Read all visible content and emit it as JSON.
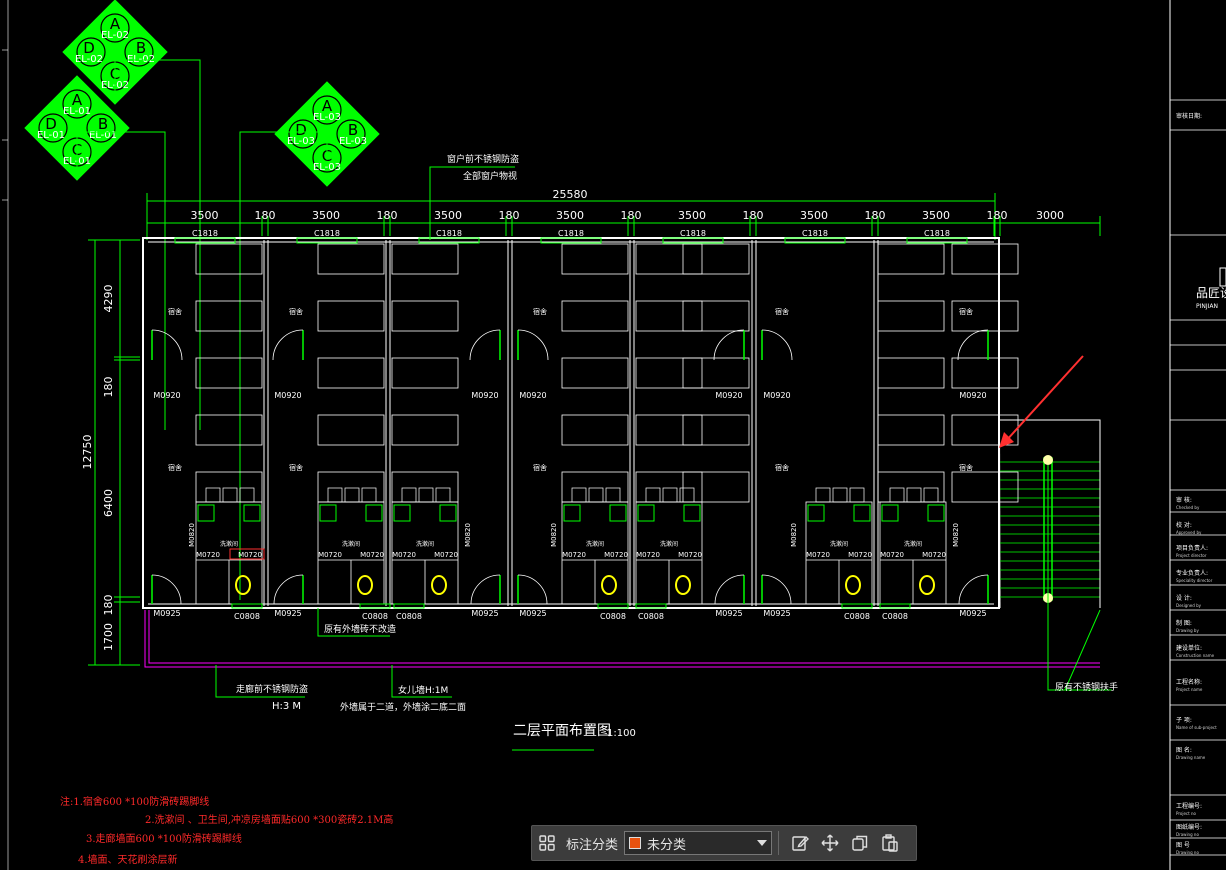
{
  "colors": {
    "background": "#000000",
    "wall": "#ffffff",
    "dimension": "#00ff00",
    "callout": "#00ff00",
    "note": "#ff2a2a",
    "door": "#00ff00",
    "arrow": "#ff3030",
    "parapet": "#ff00ff",
    "fixture": "#ffff00"
  },
  "callouts": [
    {
      "letters": [
        "A",
        "B",
        "C",
        "D"
      ],
      "code": "EL-02"
    },
    {
      "letters": [
        "A",
        "B",
        "C",
        "D"
      ],
      "code": "EL-01"
    },
    {
      "letters": [
        "A",
        "B",
        "C",
        "D"
      ],
      "code": "EL-03"
    }
  ],
  "dimensions": {
    "overall": "25580",
    "bays": [
      "3500",
      "180",
      "3500",
      "180",
      "3500",
      "180",
      "3500",
      "180",
      "3500",
      "180",
      "3500",
      "180",
      "3500",
      "180",
      "3000"
    ],
    "vertical_total": "12750",
    "vertical": [
      "4290",
      "180",
      "6400",
      "180",
      "1700"
    ]
  },
  "labels": {
    "window_top": [
      "C1818",
      "C1818",
      "C1818",
      "C1818",
      "C1818",
      "C1818",
      "C1818"
    ],
    "window_bottom": [
      "C0808",
      "C0808",
      "C0808",
      "C0808",
      "C0808",
      "C0808",
      "C0808",
      "C0808"
    ],
    "doors_mid": [
      "M0920",
      "M0920",
      "M0920",
      "M0920",
      "M0920",
      "M0920",
      "M0920",
      "M0920"
    ],
    "doors_bottom": [
      "M0925",
      "M0925",
      "M0925",
      "M0925",
      "M0925",
      "M0925",
      "M0925",
      "M0925"
    ],
    "toilet_doors": "M0720",
    "bath_doors": "M0820",
    "room": "宿舍",
    "wash": "洗漱间"
  },
  "annotations": {
    "top_leader_1": "窗户前不锈钢防盗",
    "top_leader_2": "全部窗户物视",
    "bottom_leader_1": "走廊前不锈钢防盗",
    "bottom_leader_1b": "H:3 M",
    "bottom_leader_2": "女儿墙H:1M",
    "bottom_leader_2b": "外墙属于二道，外墙涂二底二面",
    "middle_leader": "原有外墙砖不改造",
    "stair_leader": "原有不锈钢扶手"
  },
  "title": {
    "name": "二层平面布置图",
    "scale": "1:100"
  },
  "notes": [
    "注:1.宿舍600 *100防滑砖踢脚线",
    "2.洗漱间 、卫生间,冲凉房墙面贴600 *300瓷砖2.1M高",
    "3.走廊墙面600 *100防滑砖踢脚线",
    "4.墙面、天花刷涂层新"
  ],
  "title_block": {
    "company": "品匠设",
    "company_en": "PINJIAN",
    "fields": [
      "审核日期:",
      "审 核:",
      "校 对:",
      "项目负责人:",
      "专业负责人:",
      "设 计:",
      "制 图:",
      "建设单位:",
      "工程名称:",
      "子 项:",
      "图 名:",
      "工程编号:",
      "图纸编号:",
      "图 号"
    ],
    "fields_en": [
      "Checked by",
      "Approved by",
      "Project director",
      "Speciality director",
      "Designed by",
      "Drawing by",
      "Construction name",
      "Project name",
      "Name of sub-project",
      "Drawing name",
      "Project no",
      "Drawing no",
      "Drawing no"
    ]
  },
  "toolbar": {
    "grid_icon": "grid-icon",
    "label": "标注分类",
    "selected": "未分类",
    "selected_color": "#e8520f",
    "tools": [
      "edit-icon",
      "move-icon",
      "copy-icon",
      "paste-icon"
    ]
  }
}
